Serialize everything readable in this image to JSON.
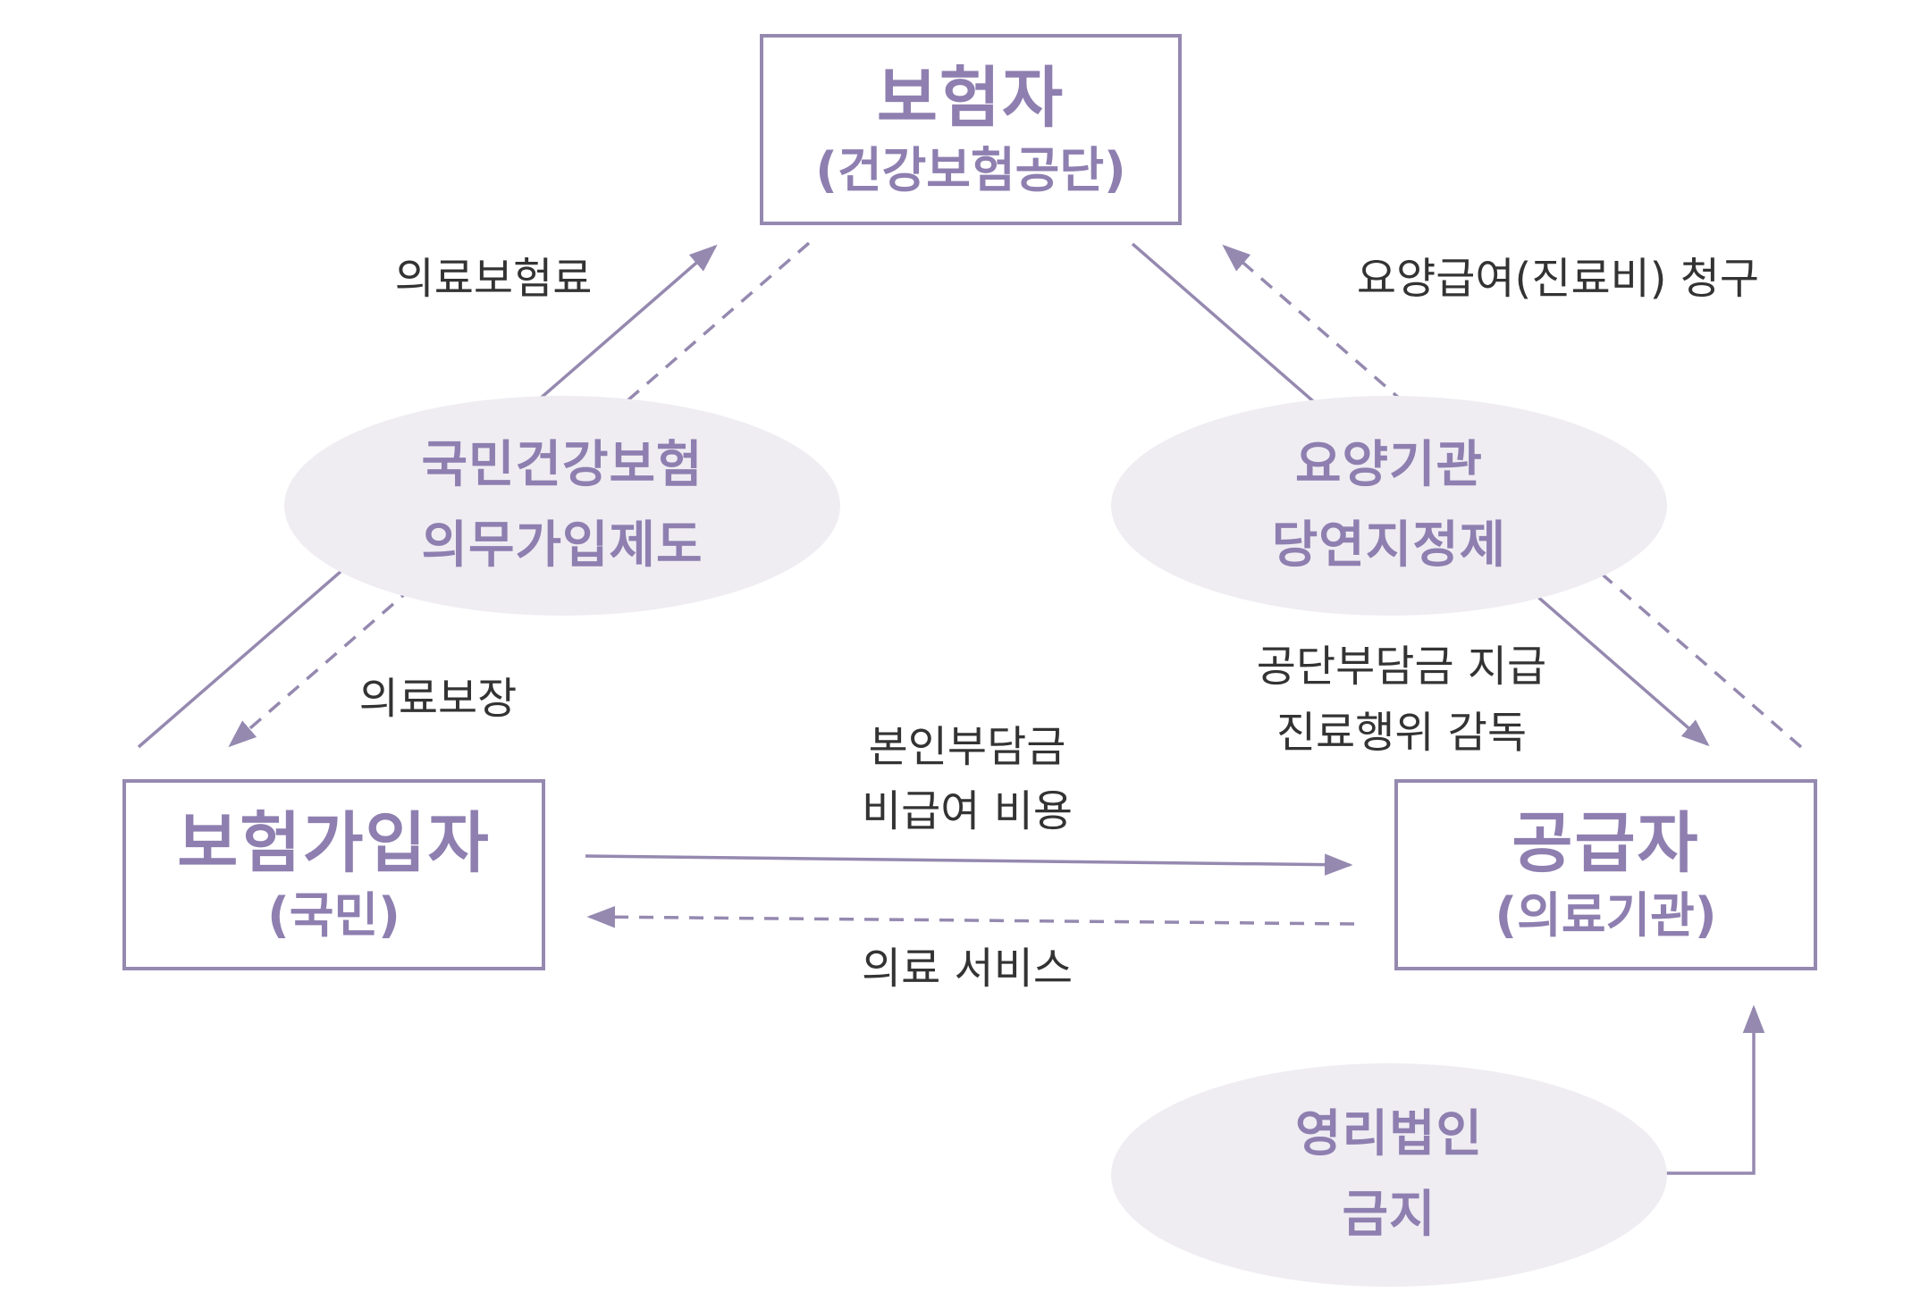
{
  "colors": {
    "line": "#9589B0",
    "text_accent": "#8E7FB0",
    "ellipse_fill": "#EFEDF2",
    "label_text": "#333333"
  },
  "nodes": {
    "insurer": {
      "title": "보험자",
      "subtitle": "(건강보험공단)"
    },
    "subscriber": {
      "title": "보험가입자",
      "subtitle": "(국민)"
    },
    "provider": {
      "title": "공급자",
      "subtitle": "(의료기관)"
    }
  },
  "policies": {
    "mandatory": {
      "line1": "국민건강보험",
      "line2": "의무가입제도"
    },
    "designation": {
      "line1": "요양기관",
      "line2": "당연지정제"
    },
    "nonprofit": {
      "line1": "영리법인",
      "line2": "금지"
    }
  },
  "labels": {
    "premium": "의료보험료",
    "coverage": "의료보장",
    "claim": "요양급여(진료비) 청구",
    "payment_line1": "공단부담금 지급",
    "payment_line2": "진료행위 감독",
    "copay_line1": "본인부담금",
    "copay_line2": "비급여 비용",
    "service": "의료 서비스"
  }
}
